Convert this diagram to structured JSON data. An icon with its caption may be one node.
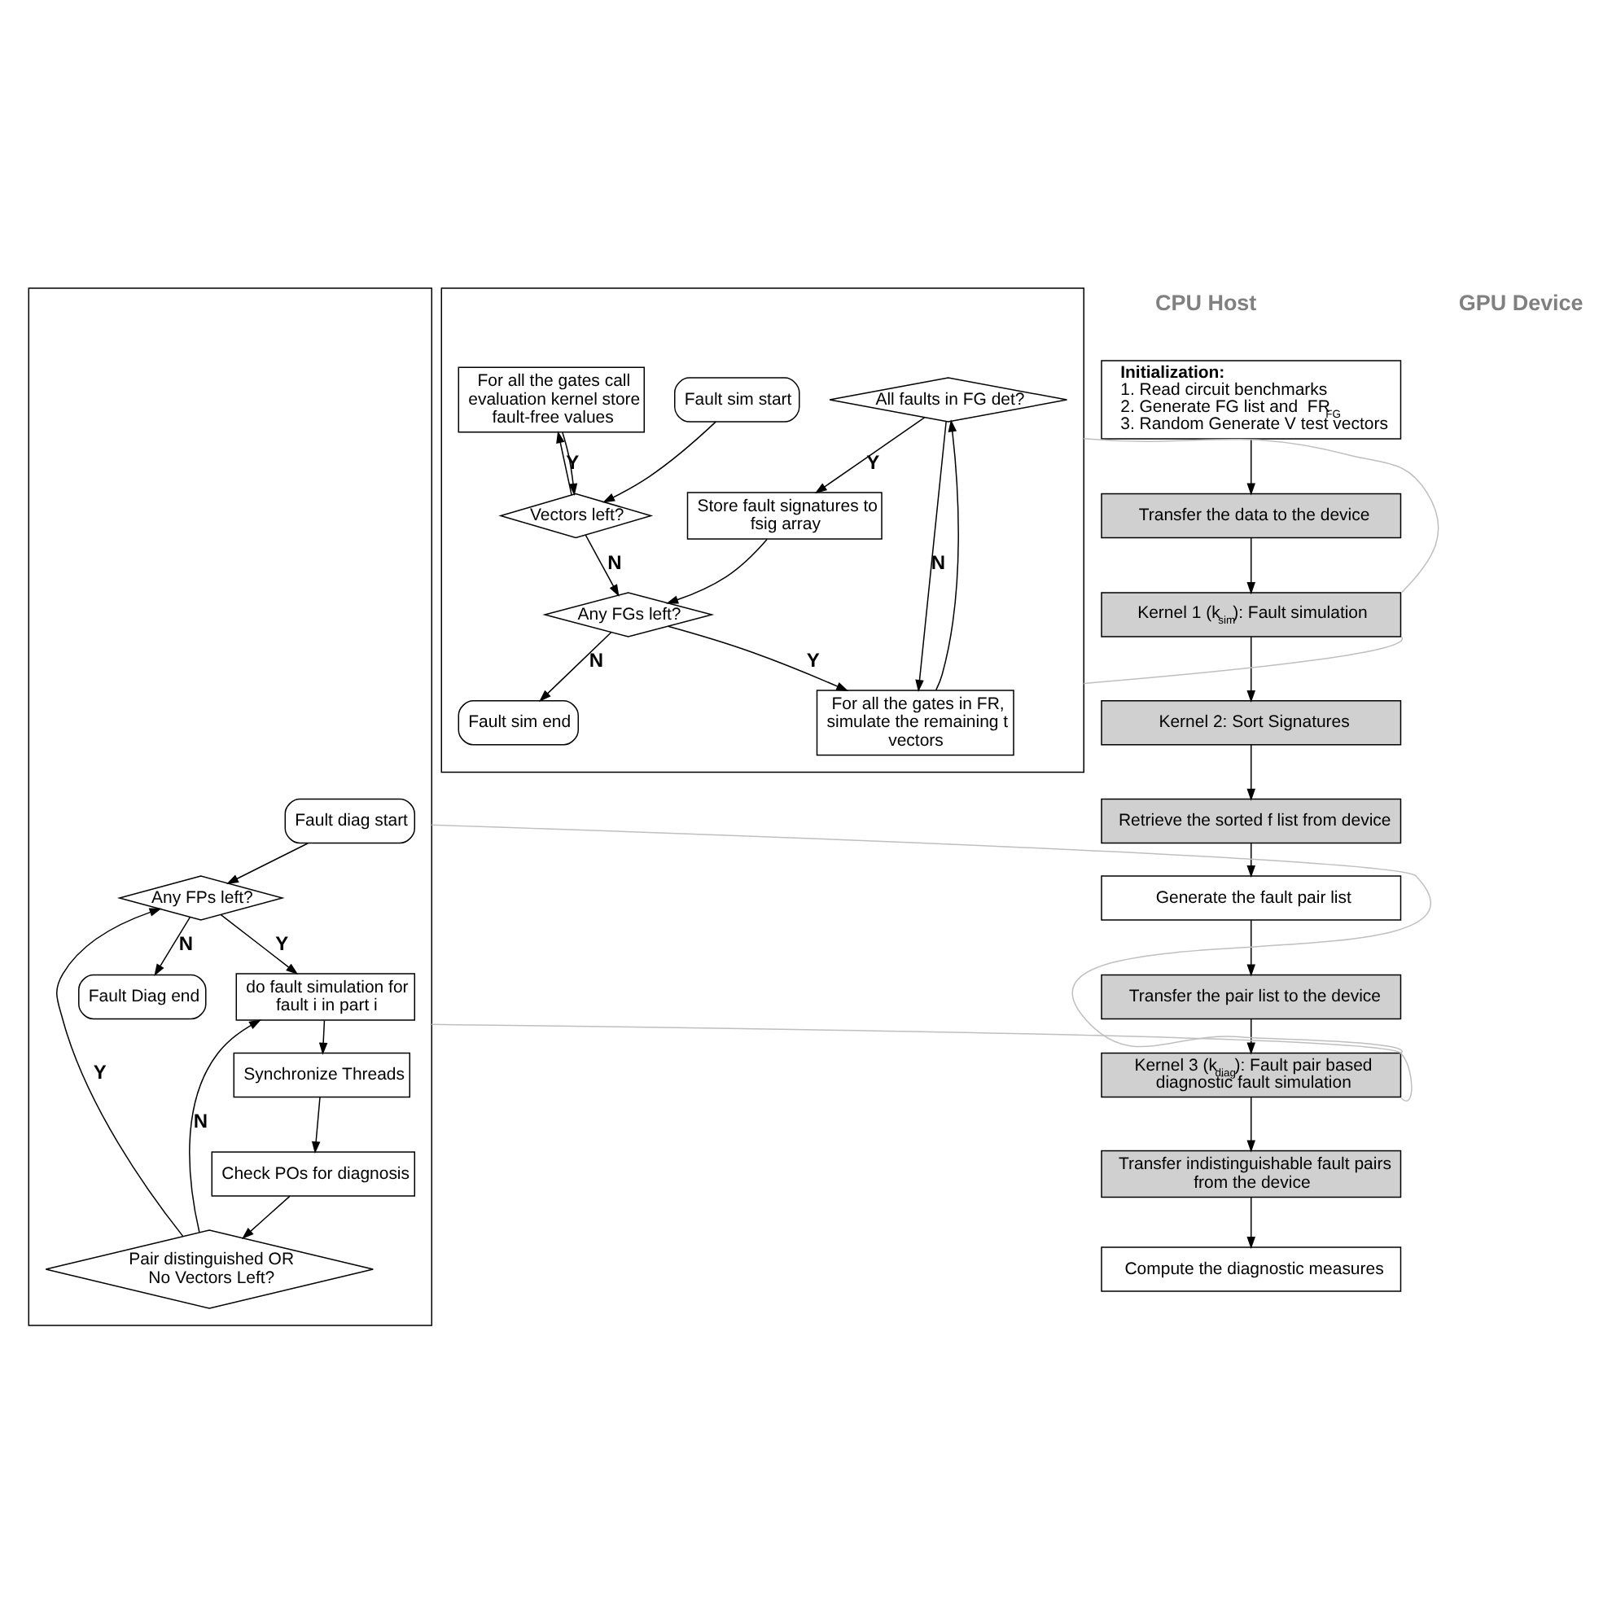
{
  "diagram": {
    "nodes": [
      {
        "text": [
          "Initialization:",
          "1. Read circuit benchmarks",
          "2. Generate FG list and  FR$_{FG}$",
          "3. Random Generate V test vectors"
        ]
      },
      {
        "text": [
          "Transfer the data to the device"
        ]
      },
      {
        "text": [
          "Kernel 1 (k$_{sim}$): Fault simulation"
        ]
      },
      {
        "text": [
          "Kernel 2: Sort Signatures"
        ]
      },
      {
        "text": [
          "Retrieve the sorted f list from device"
        ]
      },
      {
        "text": [
          "Generate the fault pair list"
        ]
      },
      {
        "text": [
          "Transfer the pair list to the device"
        ]
      },
      {
        "text": [
          "Kernel 3 (k$_{diag}$): Fault pair based diagnostic fault simulation"
        ]
      },
      {
        "text": [
          "Transfer indistinguishable fault pairs from the device"
        ]
      },
      {
        "text": [
          "Compute the diagnostic measures"
        ]
      },
      {
        "text": [],
        "shape": "box"
      },
      {
        "text": [
          "Fault sim start"
        ],
        "in": 10
      },
      {
        "text": [
          "For all the gates call evaluation kernel store fault-free values"
        ],
        "in": 10
      },
      {
        "text": [
          "Vectors left?"
        ],
        "in": 10
      },
      {
        "text": [
          "Store fault signatures to fsig array"
        ],
        "in": 10
      },
      {
        "text": [
          "All faults in FG det?"
        ],
        "in": 10
      },
      {
        "text": [
          "Any FGs left?"
        ],
        "in": 10
      },
      {
        "text": [
          "For all the gates in FR, simulate the remaining t vectors"
        ],
        "in": 10
      },
      {
        "text": [
          "Fault sim end"
        ],
        "in": 10
      },
      {
        "text": [],
        "shape": "box"
      },
      {
        "text": [
          "Fault diag start"
        ],
        "in": 19
      },
      {
        "text": [
          "Pair distinguished OR No Vectors Left?"
        ],
        "in": 19
      },
      {
        "text": [
          "Any FPs left?"
        ],
        "in": 19
      },
      {
        "text": [
          "do fault simulation for fault i in part i"
        ],
        "in": 19
      },
      {
        "text": [
          "Synchronize Threads"
        ],
        "in": 19
      },
      {
        "text": [
          "Check POs for diagnosis"
        ],
        "in": 19
      },
      {
        "text": [
          "Fault Diag end"
        ],
        "in": 19
      }
    ],
    "edges": [
      {
        "from": 0,
        "to": 1,
        "arrow": "to"
      },
      {
        "from": 1,
        "to": 2,
        "arrow": "to"
      },
      {
        "from": 2,
        "to": 3,
        "arrow": "to"
      },
      {
        "from": 3,
        "to": 4,
        "arrow": "to"
      },
      {
        "from": 4,
        "to": 5,
        "arrow": "to"
      },
      {
        "from": 5,
        "to": 6,
        "arrow": "to"
      },
      {
        "from": 6,
        "to": 7,
        "arrow": "to"
      },
      {
        "from": 7,
        "to": 8,
        "arrow": "to"
      },
      {
        "from": 8,
        "to": 9,
        "arrow": "to"
      },
      {
        "from": 2,
        "to": 10,
        "arrow": "none",
        "color": "#bfbfbf"
      },
      {
        "from": 2,
        "to": 10,
        "arrow": "none",
        "color": "#bfbfbf"
      },
      {
        "from": 7,
        "to": 19,
        "arrow": "none",
        "color": "#bfbfbf"
      },
      {
        "from": 7,
        "to": 19,
        "arrow": "none",
        "color": "#bfbfbf"
      },
      {
        "from": 11,
        "to": 13,
        "arrow": "to"
      },
      {
        "from": 13,
        "to": 12,
        "arrow": "to",
        "label": "Y"
      },
      {
        "from": 12,
        "to": 13,
        "arrow": "to"
      },
      {
        "from": 13,
        "to": 16,
        "arrow": "to",
        "label": "N"
      },
      {
        "from": 14,
        "to": 16,
        "arrow": "to"
      },
      {
        "from": 15,
        "to": 14,
        "arrow": "to",
        "label": "Y"
      },
      {
        "from": 15,
        "to": 17,
        "arrow": "to",
        "label": "N"
      },
      {
        "from": 16,
        "to": 17,
        "arrow": "to",
        "label": "Y"
      },
      {
        "from": 16,
        "to": 18,
        "arrow": "to",
        "label": "N"
      },
      {
        "from": 17,
        "to": 15,
        "arrow": "to"
      },
      {
        "from": 20,
        "to": 22,
        "arrow": "to"
      },
      {
        "from": 21,
        "to": 22,
        "arrow": "to",
        "label": "Y"
      },
      {
        "from": 22,
        "to": 23,
        "arrow": "to",
        "label": "Y"
      },
      {
        "from": 21,
        "to": 23,
        "arrow": "to",
        "label": "N"
      },
      {
        "from": 22,
        "to": 26,
        "arrow": "to",
        "label": "N"
      },
      {
        "from": 23,
        "to": 24,
        "arrow": "to"
      },
      {
        "from": 24,
        "to": 25,
        "arrow": "to"
      },
      {
        "from": 25,
        "to": 21,
        "arrow": "to"
      }
    ],
    "labels": [
      "CPU Host",
      "GPU Device"
    ]
  }
}
